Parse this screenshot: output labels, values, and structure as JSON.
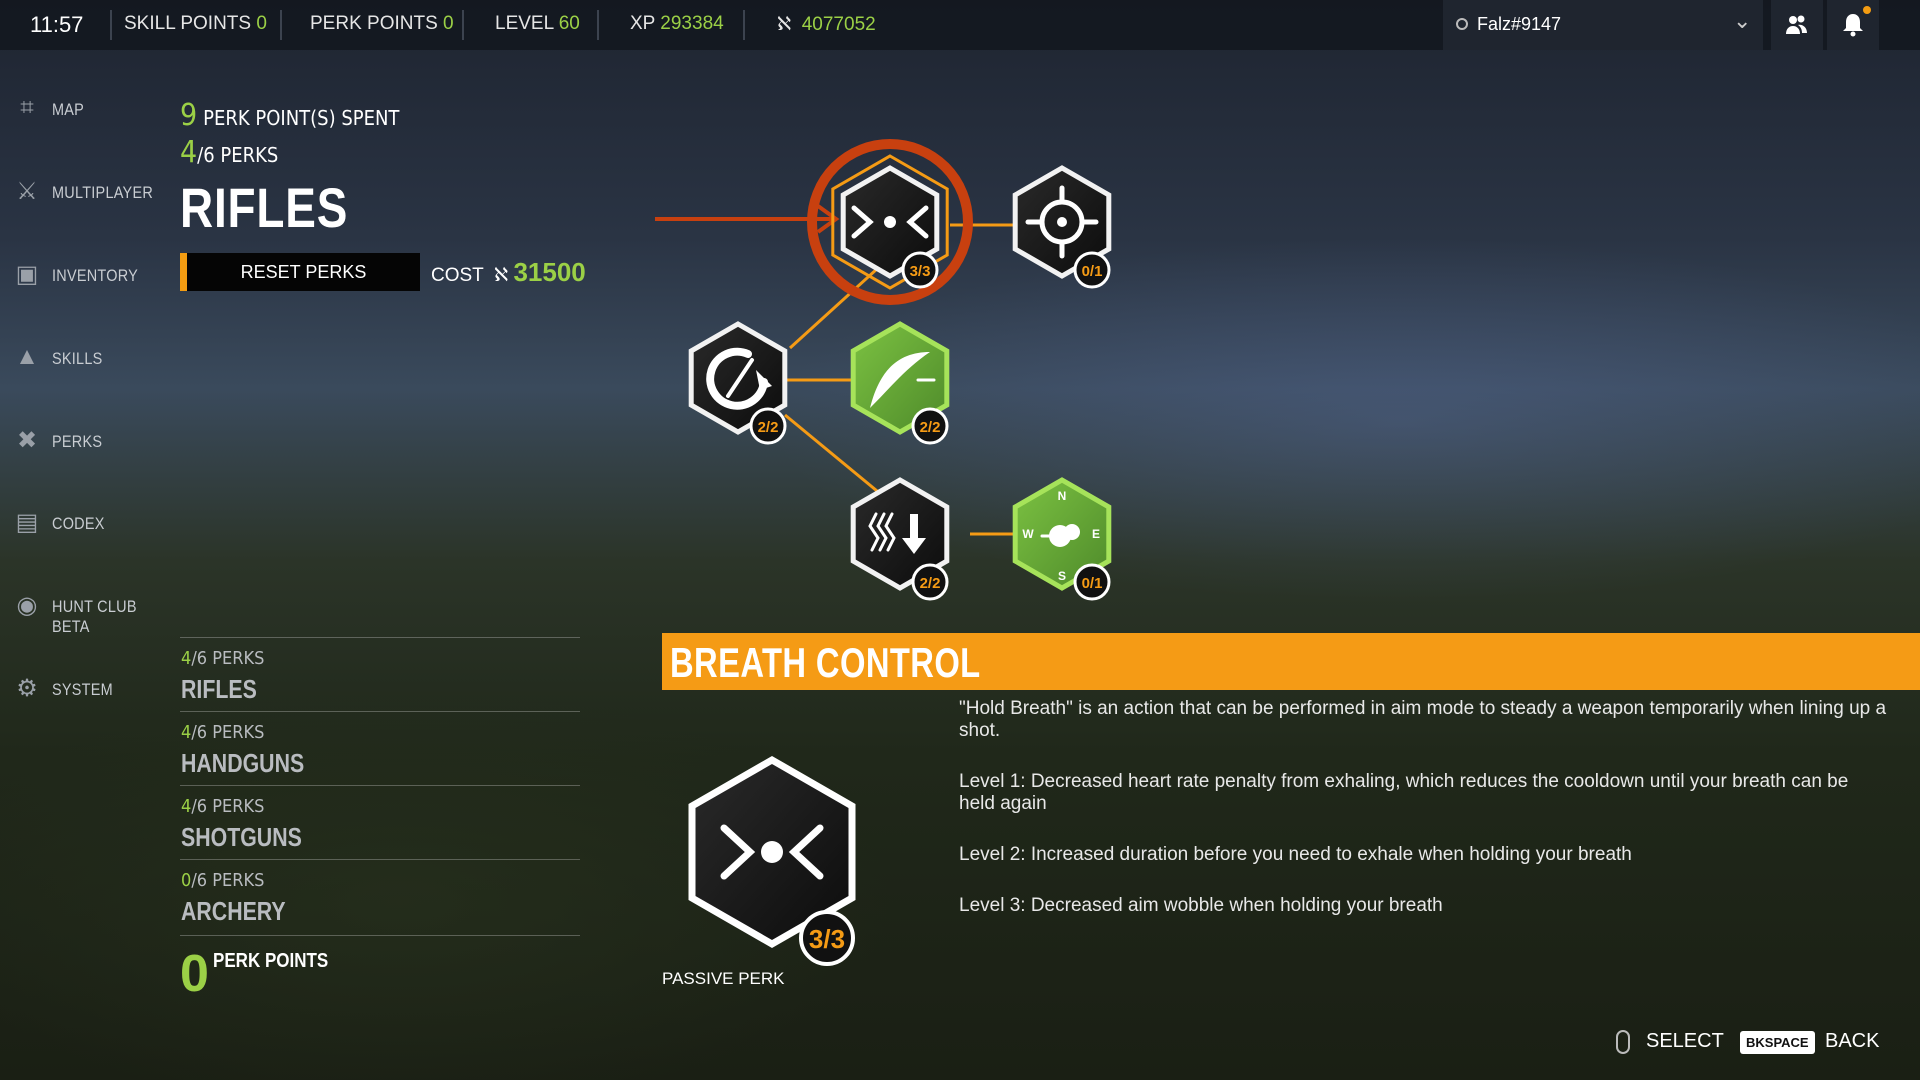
{
  "topbar": {
    "time": "11:57",
    "skill_points_label": "SKILL POINTS",
    "skill_points": "0",
    "perk_points_label": "PERK POINTS",
    "perk_points": "0",
    "level_label": "LEVEL",
    "level": "60",
    "xp_label": "XP",
    "xp": "293384",
    "currency_symbol": "ℵ",
    "currency": "4077052",
    "username": "Falz#9147"
  },
  "nav": [
    {
      "label": "MAP",
      "icon": "binoculars-icon"
    },
    {
      "label": "MULTIPLAYER",
      "icon": "multiplayer-icon"
    },
    {
      "label": "INVENTORY",
      "icon": "backpack-icon"
    },
    {
      "label": "SKILLS",
      "icon": "skills-icon"
    },
    {
      "label": "PERKS",
      "icon": "perks-icon"
    },
    {
      "label": "CODEX",
      "icon": "codex-icon"
    },
    {
      "label": "HUNT CLUB BETA",
      "icon": "hunter-icon"
    },
    {
      "label": "SYSTEM",
      "icon": "system-icon"
    }
  ],
  "summary": {
    "spent_value": "9",
    "spent_label": "PERK POINT(S) SPENT",
    "perks_value": "4",
    "perks_total": "/6",
    "perks_label": "PERKS",
    "category": "RIFLES",
    "reset_label": "RESET PERKS",
    "cost_label": "COST",
    "cost_symbol": "ℵ",
    "cost_value": "31500"
  },
  "categories": [
    {
      "count": "4",
      "total": "/6",
      "label": "PERKS",
      "name": "RIFLES"
    },
    {
      "count": "4",
      "total": "/6",
      "label": "PERKS",
      "name": "HANDGUNS"
    },
    {
      "count": "4",
      "total": "/6",
      "label": "PERKS",
      "name": "SHOTGUNS"
    },
    {
      "count": "0",
      "total": "/6",
      "label": "PERKS",
      "name": "ARCHERY"
    }
  ],
  "perk_points_bottom": {
    "value": "0",
    "label": "PERK POINTS"
  },
  "tree": {
    "nodes": [
      {
        "id": "breath-control",
        "icon": "breath-icon",
        "level": "3/3",
        "filled": 3,
        "max": 3,
        "selected": true,
        "green": false
      },
      {
        "id": "crosshair",
        "icon": "crosshair-icon",
        "level": "0/1",
        "filled": 0,
        "max": 1,
        "selected": false,
        "green": false
      },
      {
        "id": "reload",
        "icon": "reload-icon",
        "level": "2/2",
        "filled": 2,
        "max": 2,
        "selected": false,
        "green": false
      },
      {
        "id": "feather",
        "icon": "feather-icon",
        "level": "2/2",
        "filled": 2,
        "max": 2,
        "selected": false,
        "green": true
      },
      {
        "id": "steady",
        "icon": "steady-icon",
        "level": "2/2",
        "filled": 2,
        "max": 2,
        "selected": false,
        "green": false
      },
      {
        "id": "wind-compass",
        "icon": "wind-compass-icon",
        "level": "0/1",
        "filled": 0,
        "max": 1,
        "selected": false,
        "green": true
      }
    ],
    "compass_letters": [
      "N",
      "E",
      "S",
      "W"
    ]
  },
  "info": {
    "title": "BREATH CONTROL",
    "description": [
      "\"Hold Breath\" is an action that can be performed in aim mode to steady a weapon temporarily when lining up a shot.",
      "Level 1: Decreased heart rate penalty from exhaling, which reduces the cooldown until your breath can be held again",
      "Level 2: Increased duration before you need to exhale when holding your breath",
      "Level 3: Decreased aim wobble when holding your breath"
    ],
    "level": "3/3",
    "type": "PASSIVE PERK"
  },
  "hints": {
    "select": "SELECT",
    "key": "BKSPACE",
    "back": "BACK"
  },
  "colors": {
    "accent": "#f59b15",
    "green": "#9bd046",
    "highlight": "#c8400f"
  }
}
